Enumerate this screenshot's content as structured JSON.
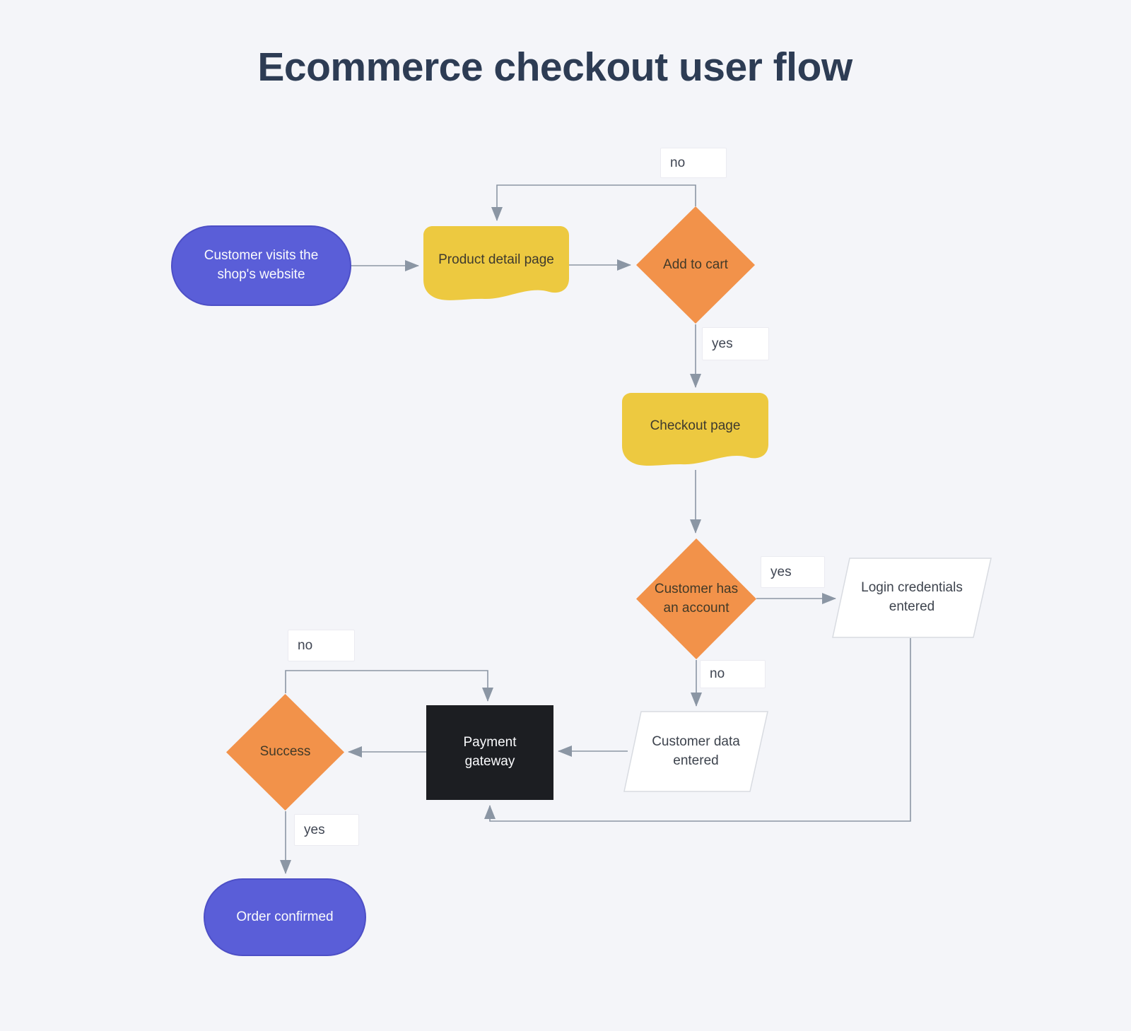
{
  "title": "Ecommerce checkout user flow",
  "colors": {
    "background": "#f4f5f9",
    "title_text": "#2d3c54",
    "terminator_fill": "#5a5ed8",
    "document_fill": "#edc940",
    "decision_fill": "#f2924a",
    "process_fill": "#1c1e22",
    "connector_line": "#8b96a4",
    "io_fill": "#ffffff",
    "io_border": "#d8dbe1",
    "edge_label_text": "#3f4552"
  },
  "diagram": {
    "nodes": [
      {
        "id": "start",
        "type": "terminator",
        "label": "Customer visits the shop's website"
      },
      {
        "id": "product-detail",
        "type": "document",
        "label": "Product detail page"
      },
      {
        "id": "add-to-cart",
        "type": "decision",
        "label": "Add to cart"
      },
      {
        "id": "checkout-page",
        "type": "document",
        "label": "Checkout page"
      },
      {
        "id": "customer-has-account",
        "type": "decision",
        "label": "Customer has an account"
      },
      {
        "id": "login-credentials",
        "type": "input-output",
        "label": "Login credentials entered"
      },
      {
        "id": "customer-data",
        "type": "input-output",
        "label": "Customer data entered"
      },
      {
        "id": "payment-gateway",
        "type": "process",
        "label": "Payment gateway"
      },
      {
        "id": "success",
        "type": "decision",
        "label": "Success"
      },
      {
        "id": "order-confirmed",
        "type": "terminator",
        "label": "Order confirmed"
      }
    ],
    "edges": [
      {
        "from": "start",
        "to": "product-detail",
        "label": ""
      },
      {
        "from": "product-detail",
        "to": "add-to-cart",
        "label": ""
      },
      {
        "from": "add-to-cart",
        "to": "product-detail",
        "label": "no"
      },
      {
        "from": "add-to-cart",
        "to": "checkout-page",
        "label": "yes"
      },
      {
        "from": "checkout-page",
        "to": "customer-has-account",
        "label": ""
      },
      {
        "from": "customer-has-account",
        "to": "login-credentials",
        "label": "yes"
      },
      {
        "from": "customer-has-account",
        "to": "customer-data",
        "label": "no"
      },
      {
        "from": "customer-data",
        "to": "payment-gateway",
        "label": ""
      },
      {
        "from": "login-credentials",
        "to": "payment-gateway",
        "label": ""
      },
      {
        "from": "payment-gateway",
        "to": "success",
        "label": ""
      },
      {
        "from": "success",
        "to": "payment-gateway",
        "label": "no"
      },
      {
        "from": "success",
        "to": "order-confirmed",
        "label": "yes"
      }
    ]
  }
}
